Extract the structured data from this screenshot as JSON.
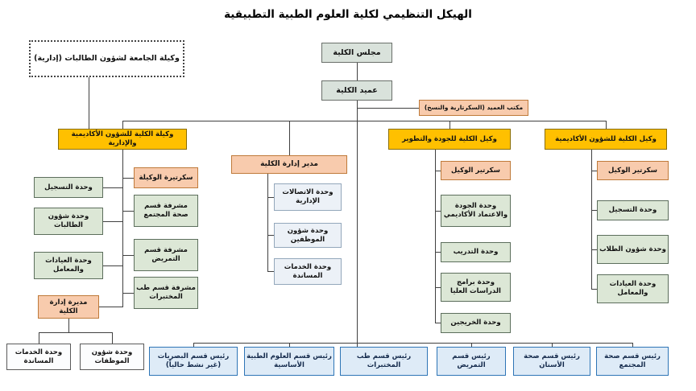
{
  "title": "الهيكل التنظيمي لكلية العلوم الطبية التطبيقية",
  "nodes": {
    "council": "مجلس الكلية",
    "dean": "عميد الكلية",
    "univ_vice_dean": "وكيلة الجامعة لشؤون الطالبات (إدارية)",
    "dean_office": "مكتب العميد (السكرتارية والنسخ)",
    "vice_admin": "وكيلة الكلية للشؤون الأكاديمية والإدارية",
    "college_director": "مدير إدارة الكلية",
    "vice_quality": "وكيل الكلية للجودة والتطوير",
    "vice_academic": "وكيل الكلية للشؤون الأكاديمية"
  },
  "admin_branch": {
    "secretary": "سكرتيرة الوكيلة",
    "units": [
      "وحدة التسجيل",
      "وحدة شؤون الطالبات",
      "وحدة العيادات والمعامل"
    ],
    "supervisors": [
      "مشرفة قسم صحة المجتمع",
      "مشرفة قسم التمريض",
      "مشرفة قسم طب المختبرات"
    ],
    "director": "مديرة إدارة الكلية",
    "director_units": [
      "وحدة الخدمات المساندة",
      "وحدة شؤون الموظفات"
    ]
  },
  "director_branch": {
    "units": [
      "وحدة الاتصالات الإدارية",
      "وحدة شؤون الموظفين",
      "وحدة الخدمات المساندة"
    ]
  },
  "quality_branch": {
    "secretary": "سكرتير الوكيل",
    "units": [
      "وحدة الجودة والاعتماد الأكاديمي",
      "وحدة التدريب",
      "وحدة برامج الدراسات العليا",
      "وحدة الخريجين"
    ]
  },
  "academic_branch": {
    "secretary": "سكرتير الوكيل",
    "units": [
      "وحدة التسجيل",
      "وحدة شؤون الطلاب",
      "وحدة العيادات والمعامل"
    ]
  },
  "departments": [
    "رئيس قسم البصريات (غير نشط حالياً)",
    "رئيس قسم العلوم الطبية الأساسية",
    "رئيس قسم طب المختبرات",
    "رئيس قسم التمريض",
    "رئيس قسم صحة الأسنان",
    "رئيس قسم صحة المجتمع"
  ],
  "colors": {
    "orange": "#FFC000",
    "peach": "#F8CBAD",
    "green": "#DCE7D6",
    "sage": "#D9E2DB",
    "blue": "#DEEBF7",
    "lightblue": "#ECF1F7",
    "white": "#FCFDFE"
  }
}
